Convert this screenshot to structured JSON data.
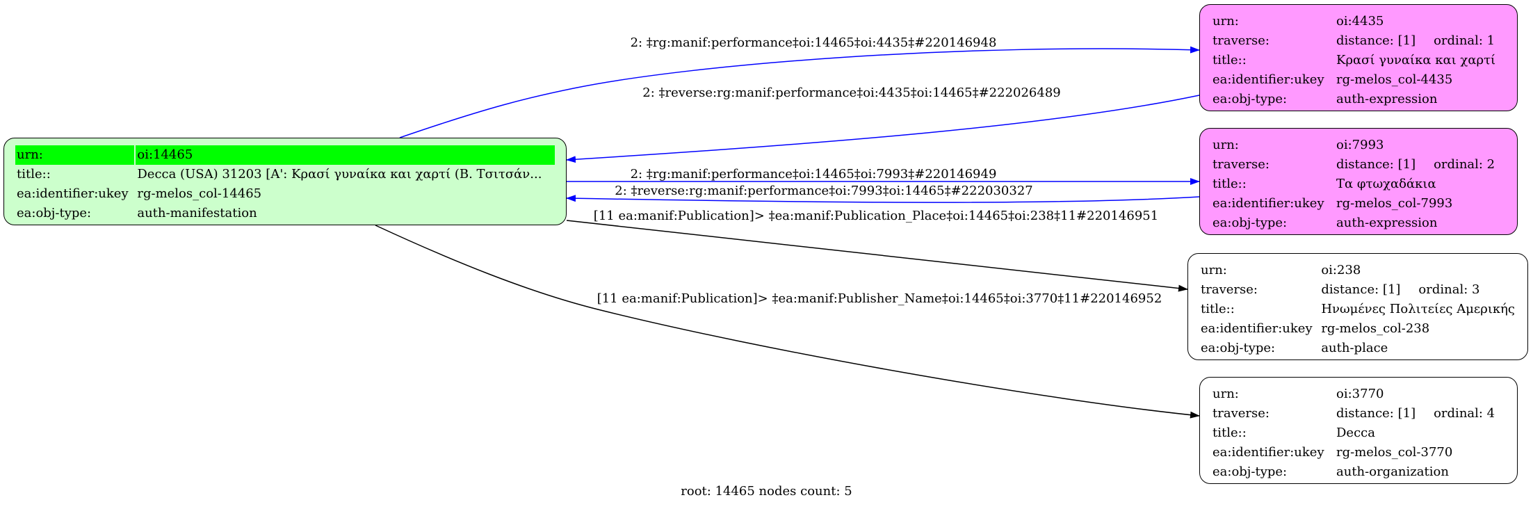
{
  "root": {
    "urn_key": "urn:",
    "urn": "oi:14465",
    "title_key": "title::",
    "title": "Decca (USA) 31203 [A': Κρασί γυναίκα και χαρτί (Β. Τσιτσάν...",
    "ukey_key": "ea:identifier:ukey",
    "ukey": "rg-melos_col-14465",
    "type_key": "ea:obj-type:",
    "type": "auth-manifestation"
  },
  "nodes": [
    {
      "urn_key": "urn:",
      "urn": "oi:4435",
      "traverse_key": "traverse:",
      "distance": "distance: [1]",
      "ordinal": "ordinal: 1",
      "title_key": "title::",
      "title": "Κρασί γυναίκα και χαρτί",
      "ukey_key": "ea:identifier:ukey",
      "ukey": "rg-melos_col-4435",
      "type_key": "ea:obj-type:",
      "type": "auth-expression",
      "fill": "#ff99ff"
    },
    {
      "urn_key": "urn:",
      "urn": "oi:7993",
      "traverse_key": "traverse:",
      "distance": "distance: [1]",
      "ordinal": "ordinal: 2",
      "title_key": "title::",
      "title": "Τα φτωχαδάκια",
      "ukey_key": "ea:identifier:ukey",
      "ukey": "rg-melos_col-7993",
      "type_key": "ea:obj-type:",
      "type": "auth-expression",
      "fill": "#ff99ff"
    },
    {
      "urn_key": "urn:",
      "urn": "oi:238",
      "traverse_key": "traverse:",
      "distance": "distance: [1]",
      "ordinal": "ordinal: 3",
      "title_key": "title::",
      "title": "Ηνωμένες Πολιτείες Αμερικής",
      "ukey_key": "ea:identifier:ukey",
      "ukey": "rg-melos_col-238",
      "type_key": "ea:obj-type:",
      "type": "auth-place",
      "fill": "#ffffff"
    },
    {
      "urn_key": "urn:",
      "urn": "oi:3770",
      "traverse_key": "traverse:",
      "distance": "distance: [1]",
      "ordinal": "ordinal: 4",
      "title_key": "title::",
      "title": "Decca",
      "ukey_key": "ea:identifier:ukey",
      "ukey": "rg-melos_col-3770",
      "type_key": "ea:obj-type:",
      "type": "auth-organization",
      "fill": "#ffffff"
    }
  ],
  "root_fill": "#ccffcc",
  "root_highlight": "#00ff00",
  "edges": [
    {
      "label": "2: ‡rg:manif:performance‡oi:14465‡oi:4435‡#220146948",
      "color": "#0000ff"
    },
    {
      "label": "2: ‡reverse:rg:manif:performance‡oi:4435‡oi:14465‡#222026489",
      "color": "#0000ff"
    },
    {
      "label": "2: ‡rg:manif:performance‡oi:14465‡oi:7993‡#220146949",
      "color": "#0000ff"
    },
    {
      "label": "2: ‡reverse:rg:manif:performance‡oi:7993‡oi:14465‡#222030327",
      "color": "#0000ff"
    },
    {
      "label": "[11 ea:manif:Publication]> ‡ea:manif:Publication_Place‡oi:14465‡oi:238‡11#220146951",
      "color": "#000000"
    },
    {
      "label": "[11 ea:manif:Publication]> ‡ea:manif:Publisher_Name‡oi:14465‡oi:3770‡11#220146952",
      "color": "#000000"
    }
  ],
  "footer": "root: 14465 nodes count: 5"
}
